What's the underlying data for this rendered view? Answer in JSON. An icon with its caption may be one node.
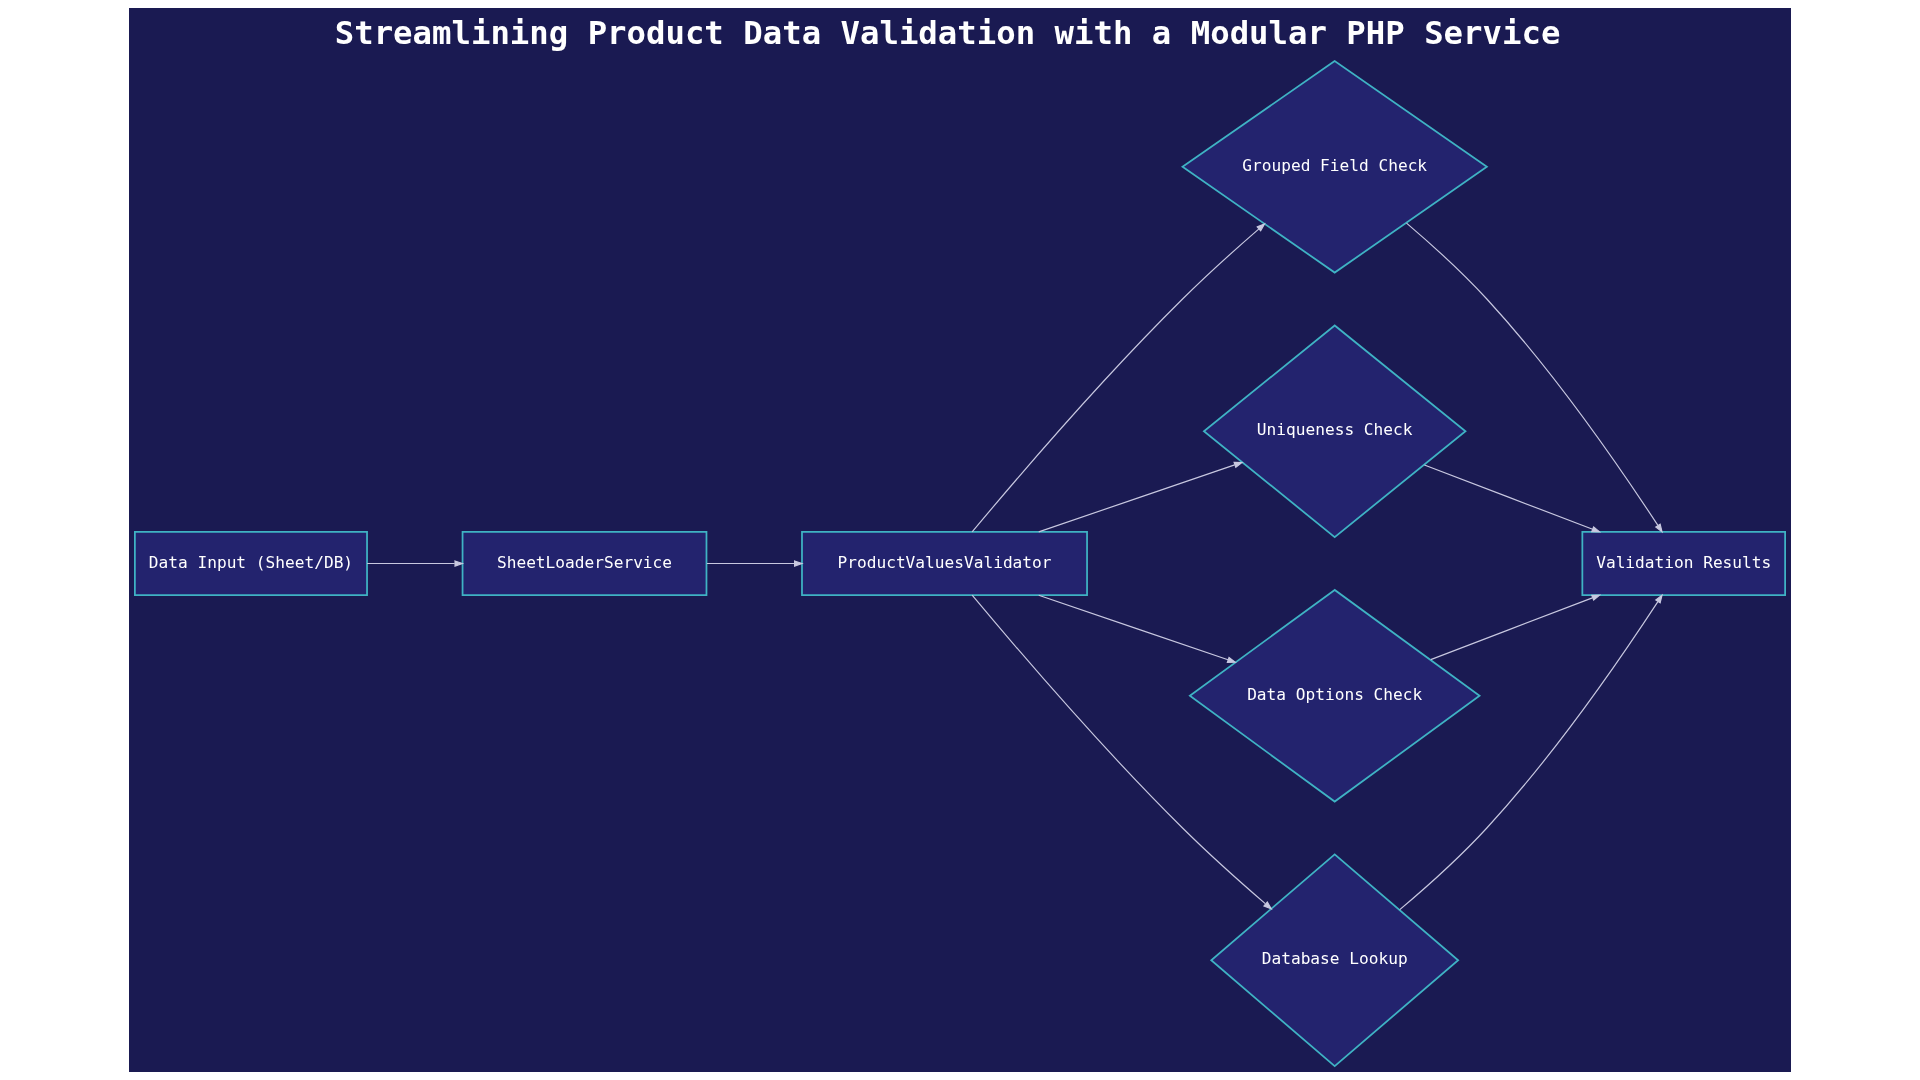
{
  "diagram": {
    "title": "Streamlining Product Data Validation with a Modular PHP Service",
    "nodes": [
      {
        "text": [
          "Data Input (Sheet/DB)"
        ]
      },
      {
        "text": [
          "SheetLoaderService"
        ]
      },
      {
        "text": [
          "ProductValuesValidator"
        ]
      },
      {
        "text": [
          "Grouped Field Check"
        ]
      },
      {
        "text": [
          "Uniqueness Check"
        ]
      },
      {
        "text": [
          "Data Options Check"
        ]
      },
      {
        "text": [
          "Database Lookup"
        ]
      },
      {
        "text": [
          "Validation Results"
        ]
      }
    ],
    "edges": [
      {
        "from": 0,
        "to": 1,
        "arrow": "to"
      },
      {
        "from": 1,
        "to": 2,
        "arrow": "to"
      },
      {
        "from": 2,
        "to": 3,
        "arrow": "to"
      },
      {
        "from": 2,
        "to": 4,
        "arrow": "to"
      },
      {
        "from": 2,
        "to": 5,
        "arrow": "to"
      },
      {
        "from": 2,
        "to": 6,
        "arrow": "to"
      },
      {
        "from": 3,
        "to": 7,
        "arrow": "to"
      },
      {
        "from": 4,
        "to": 7,
        "arrow": "to"
      },
      {
        "from": 5,
        "to": 7,
        "arrow": "to"
      },
      {
        "from": 6,
        "to": 7,
        "arrow": "to"
      }
    ]
  }
}
